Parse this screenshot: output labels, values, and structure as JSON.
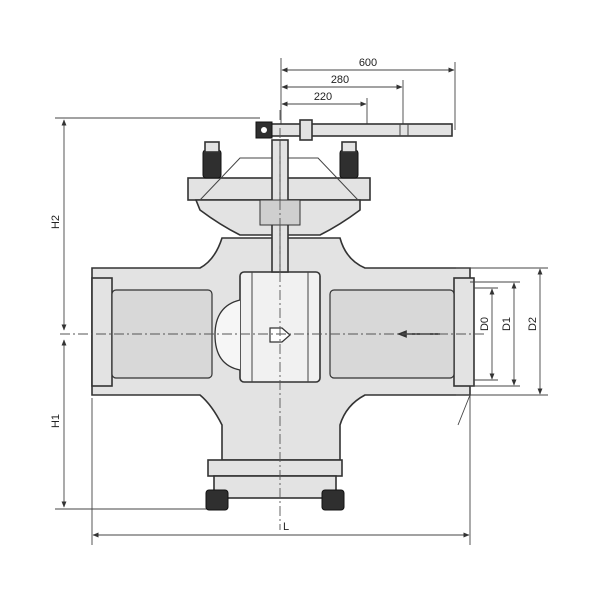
{
  "dimensions": {
    "top_600": "600",
    "top_280": "280",
    "top_220": "220",
    "height_h2": "H2",
    "height_h1": "H1",
    "length_l": "L",
    "dia_d0": "D0",
    "dia_d1": "D1",
    "dia_d2": "D2"
  },
  "colors": {
    "stroke": "#333333",
    "body_fill": "#e3e3e3",
    "bolt_fill": "#2f2f2f"
  }
}
